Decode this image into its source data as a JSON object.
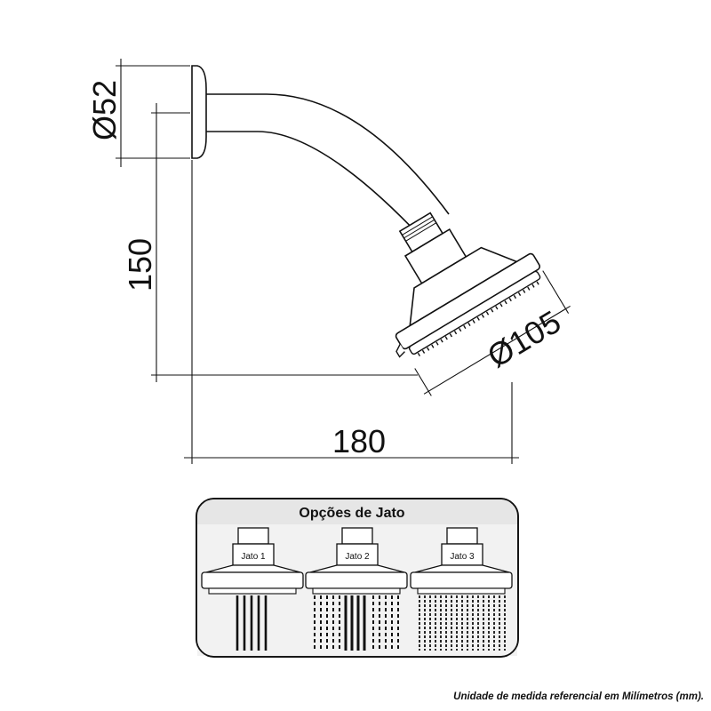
{
  "dimensions": {
    "flange_diameter": "Ø52",
    "height": "150",
    "head_diameter": "Ø105",
    "width": "180"
  },
  "jet_panel": {
    "title": "Opções de Jato",
    "options": [
      "Jato 1",
      "Jato 2",
      "Jato 3"
    ]
  },
  "footnote": "Unidade de medida referencial em Milímetros (mm)."
}
